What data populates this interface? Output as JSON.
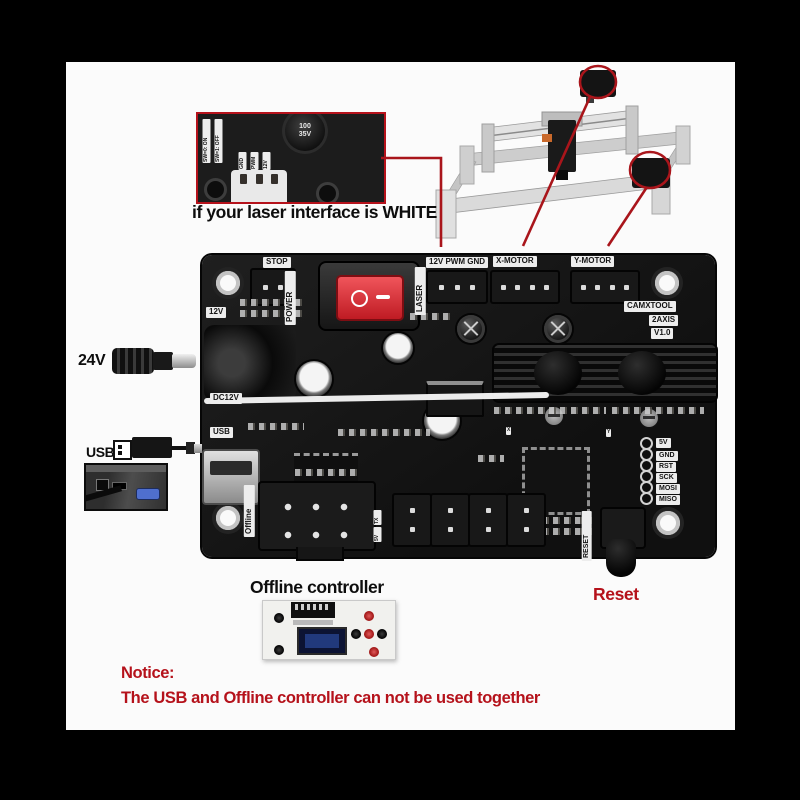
{
  "colors": {
    "background": "#000000",
    "accent_red": "#b5121b",
    "annotation_red": "#a9151b",
    "board_black": "#161616",
    "switch_red": "#d93a40"
  },
  "inset": {
    "caption": "if your laser interface is WHITE",
    "capacitor_top": "100",
    "capacitor_bottom": "35V",
    "switch_label_on": "SW=0: ON",
    "switch_label_off": "SW=1: OFF",
    "pin_labels": [
      "GND",
      "PWM",
      "12V"
    ]
  },
  "board": {
    "labels": {
      "stop": "STOP",
      "power": "POWER",
      "laser": "LASER",
      "pwm_header": "12V PWM GND",
      "x_motor": "X-MOTOR",
      "y_motor": "Y-MOTOR",
      "v12": "12V",
      "dc12v": "DC12V",
      "usb": "USB",
      "offline": "Offline",
      "reset": "RESET",
      "tx": "TX",
      "tx_5v": "5V",
      "x_trim": "X",
      "y_trim": "Y"
    },
    "brand": {
      "line1": "CAMXTOOL",
      "line2": "2AXIS",
      "line3": "V1.0"
    },
    "isp": {
      "v5": "5V",
      "pins": [
        "GND",
        "RST",
        "SCK",
        "MOSI",
        "MISO"
      ]
    }
  },
  "callouts": {
    "power_plug": "24V",
    "usb_cable": "USB",
    "offline_controller": "Offline controller",
    "reset": "Reset"
  },
  "notice": {
    "title": "Notice:",
    "body": "The USB and Offline controller can not be used together"
  }
}
